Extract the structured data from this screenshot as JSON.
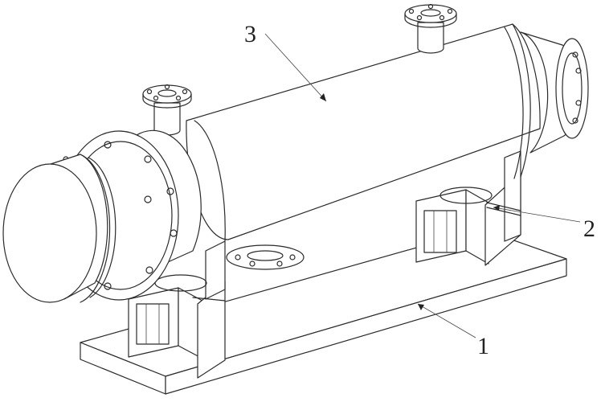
{
  "figure": {
    "callouts": [
      {
        "id": "base",
        "text": "1"
      },
      {
        "id": "support-seat",
        "text": "2"
      },
      {
        "id": "shell",
        "text": "3"
      }
    ]
  }
}
